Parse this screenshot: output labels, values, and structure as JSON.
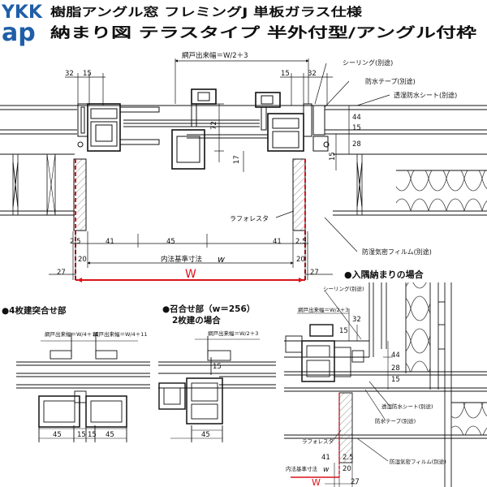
{
  "header": {
    "logo_top": "YKK",
    "logo_bottom": "ap",
    "title_line1": "樹脂アングル窓 フレミングJ 単板ガラス仕様",
    "title_line2": "納まり図 テラスタイプ 半外付型/アングル付枠"
  },
  "main_section": {
    "net_width_label": "網戸出来幅＝W/2＋3",
    "top_dims": {
      "left_32": "32",
      "left_15": "15",
      "right_15": "15",
      "right_32": "32"
    },
    "right_dims": {
      "d44": "44",
      "d15": "15",
      "d28": "28"
    },
    "vertical_dims": {
      "d72": "72",
      "d17": "17",
      "d15": "15"
    },
    "bottom_dims": {
      "d2_5_left": "2.5",
      "d20_left": "20",
      "d41_left": "41",
      "d45": "45",
      "d41_right": "41",
      "d2_5_right": "2.5",
      "d20_right": "20",
      "d27_left": "27",
      "d27_right": "27"
    },
    "inner_dim_label": "内法基準寸法",
    "inner_dim_symbol": "w",
    "W_label": "W",
    "labels": {
      "sealing": "シーリング(別途)",
      "waterproof_tape": "防水テープ(別途)",
      "breathable_sheet": "透湿防水シート(別途)",
      "laforesta": "ラフォレスタ",
      "vapor_film": "防湿気密フィルム(別途)"
    }
  },
  "sub_4panel": {
    "title": "●4枚建突合せ部",
    "net_label_left": "網戸出来幅＝W/4＋11",
    "net_label_right": "網戸出来幅＝W/4＋11",
    "dims": {
      "d45_left": "45",
      "d15": "15",
      "d15b": "15",
      "d45_right": "45"
    }
  },
  "sub_meeting": {
    "title_line1": "●召合せ部（w＝256）",
    "title_line2": "2枚建の場合",
    "net_label": "網戸出来幅＝W/2＋3",
    "dims": {
      "d15": "15",
      "d45": "45"
    }
  },
  "sub_corner": {
    "title": "●入隅納まりの場合",
    "net_label": "網戸出来幅＝W/2＋3",
    "labels": {
      "sealing": "シーリング(別途)",
      "breathable_sheet": "透湿防水シート(別途)",
      "waterproof_tape": "防水テープ(別途)",
      "laforesta": "ラフォレスタ",
      "vapor_film": "防湿気密フィルム(別途)"
    },
    "dims": {
      "d32": "32",
      "d15": "15",
      "d44": "44",
      "d15b": "15",
      "d28": "28",
      "d41": "41",
      "d20": "20",
      "d2_5": "2.5",
      "d27": "27"
    },
    "inner_dim_label": "内法基準寸法",
    "inner_dim_symbol": "w",
    "W_label": "W"
  },
  "colors": {
    "accent_red": "#d8141c",
    "logo_blue": "#1f5fa8",
    "line": "#111111"
  }
}
